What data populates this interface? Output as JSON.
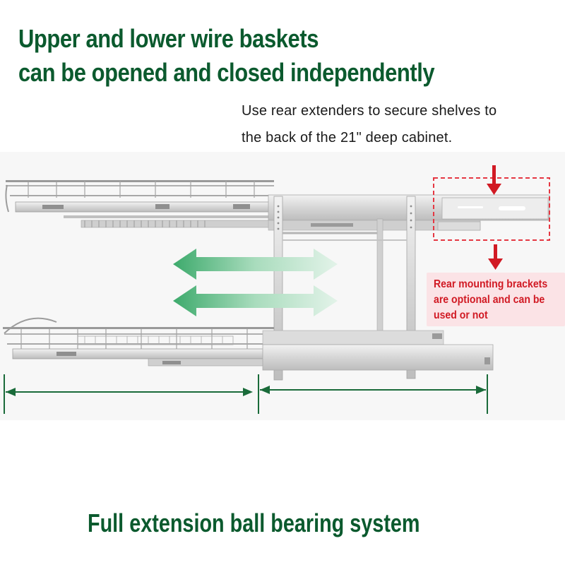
{
  "headline": {
    "line1": "Upper and lower wire baskets",
    "line2": "can be opened and closed independently"
  },
  "note": {
    "line1": "Use rear extenders to secure shelves to",
    "line2": "the back of the 21\" deep cabinet."
  },
  "callout": {
    "line1": "Rear mounting brackets",
    "line2": "are optional and can be",
    "line3": "used or not"
  },
  "footer": {
    "text": "Full extension ball bearing system"
  },
  "colors": {
    "headline_green": "#0b5a2e",
    "callout_red": "#d11a24",
    "callout_bg": "#fbe3e6",
    "dimension_green": "#1a6b3a",
    "arrow_green": "#5cbf86"
  },
  "icons": {
    "motion_arrows": "double-headed-arrow-icon",
    "marker": "down-arrow-icon"
  }
}
